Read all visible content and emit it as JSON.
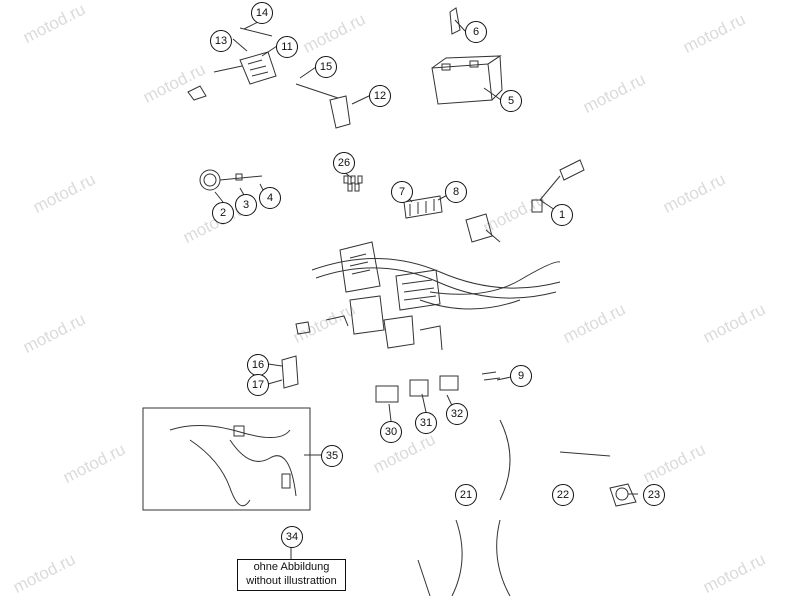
{
  "watermark": "motod.ru",
  "callouts": [
    "1",
    "2",
    "3",
    "4",
    "5",
    "6",
    "7",
    "8",
    "9",
    "11",
    "12",
    "13",
    "14",
    "15",
    "16",
    "17",
    "21",
    "22",
    "23",
    "26",
    "30",
    "31",
    "32",
    "34",
    "35"
  ],
  "note": {
    "line1": "ohne Abbildung",
    "line2": "without illustrattion"
  }
}
